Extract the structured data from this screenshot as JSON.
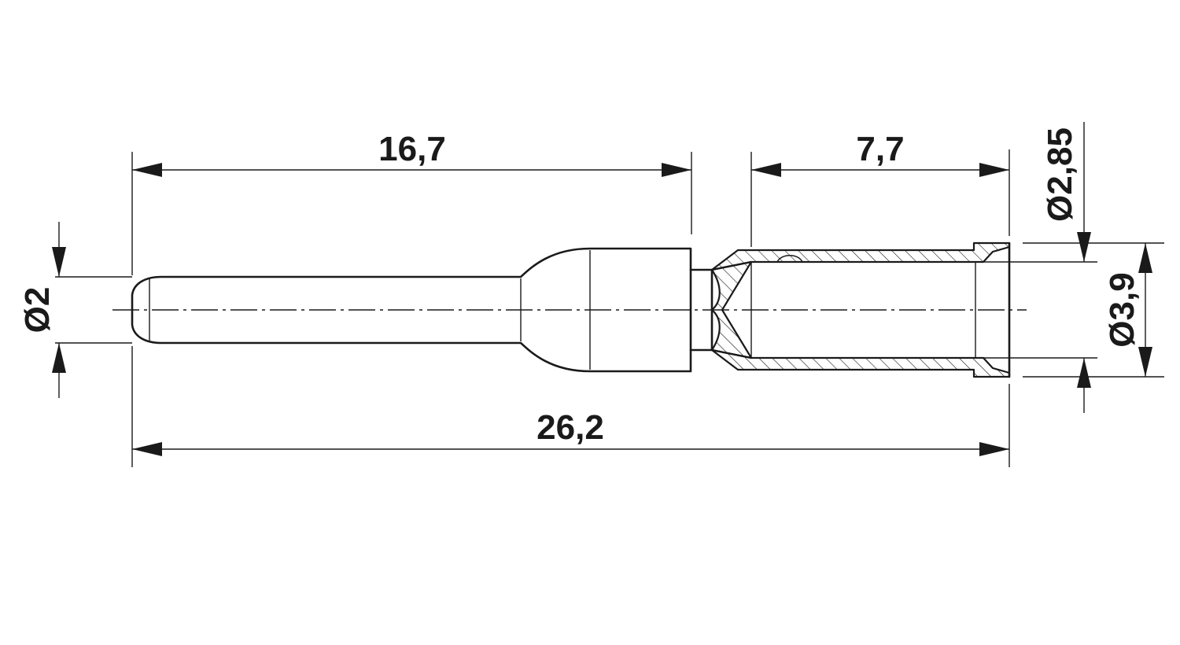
{
  "drawing": {
    "dimensions": {
      "pin_length": "16,7",
      "sleeve_length": "7,7",
      "total_length": "26,2",
      "pin_diameter": "Ø2",
      "inner_diameter": "Ø2,85",
      "outer_diameter": "Ø3,9"
    },
    "colors": {
      "line": "#1a1a1a",
      "background": "#ffffff"
    }
  }
}
